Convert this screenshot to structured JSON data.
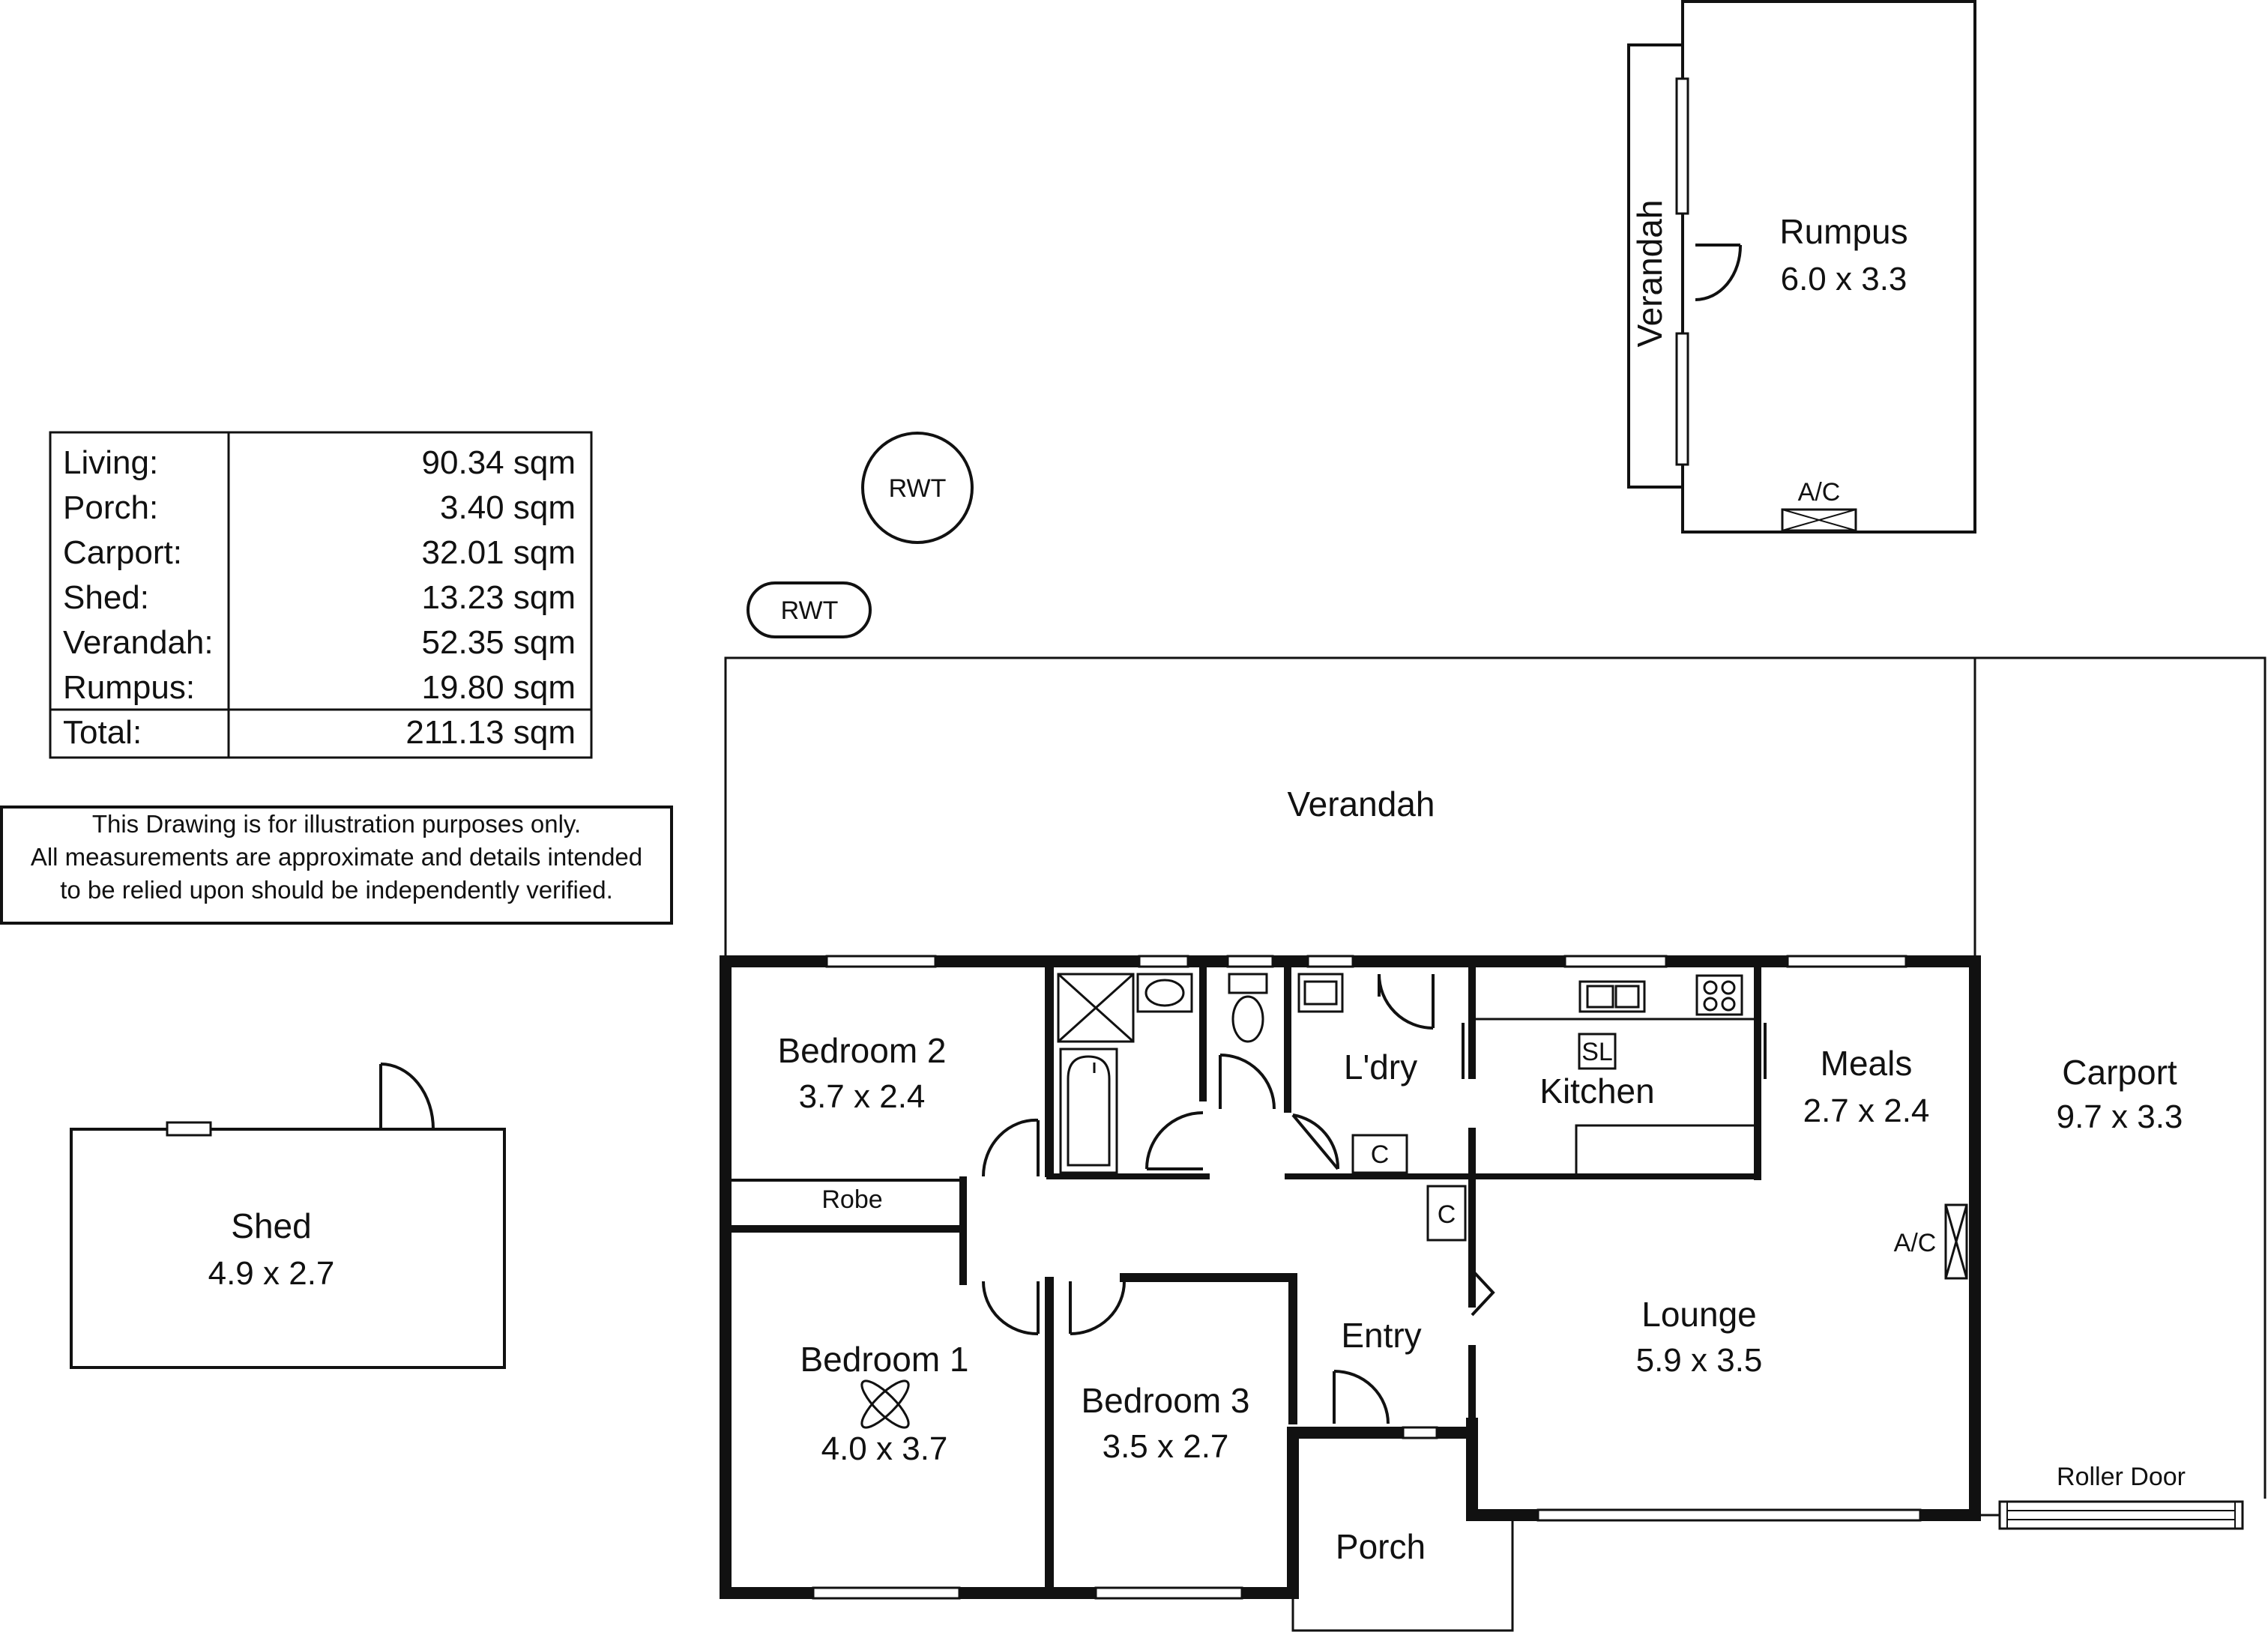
{
  "area_table": {
    "rows": [
      {
        "label": "Living:",
        "value": "90.34 sqm"
      },
      {
        "label": "Porch:",
        "value": "3.40 sqm"
      },
      {
        "label": "Carport:",
        "value": "32.01 sqm"
      },
      {
        "label": "Shed:",
        "value": "13.23 sqm"
      },
      {
        "label": "Verandah:",
        "value": "52.35 sqm"
      },
      {
        "label": "Rumpus:",
        "value": "19.80 sqm"
      }
    ],
    "total": {
      "label": "Total:",
      "value": "211.13 sqm"
    }
  },
  "disclaimer": {
    "lines": [
      "This Drawing is for illustration purposes only.",
      "All measurements are approximate and details intended",
      "to be relied upon should be independently verified."
    ]
  },
  "rooms": {
    "bedroom2": {
      "name": "Bedroom 2",
      "size": "3.7 x 2.4"
    },
    "robe": {
      "name": "Robe"
    },
    "bedroom1": {
      "name": "Bedroom 1",
      "size": "4.0 x 3.7"
    },
    "bedroom3": {
      "name": "Bedroom 3",
      "size": "3.5 x 2.7"
    },
    "laundry": {
      "name": "L'dry"
    },
    "kitchen": {
      "name": "Kitchen"
    },
    "meals": {
      "name": "Meals",
      "size": "2.7 x 2.4"
    },
    "lounge": {
      "name": "Lounge",
      "size": "5.9 x 3.5"
    },
    "entry": {
      "name": "Entry"
    },
    "porch": {
      "name": "Porch"
    },
    "carport": {
      "name": "Carport",
      "size": "9.7 x 3.3"
    },
    "verandah": {
      "name": "Verandah"
    },
    "rumpus": {
      "name": "Rumpus",
      "size": "6.0 x 3.3"
    },
    "rumpus_verandah": {
      "name": "Verandah"
    },
    "shed": {
      "name": "Shed",
      "size": "4.9 x 2.7"
    }
  },
  "markers": {
    "rwt_round": "RWT",
    "rwt_oval": "RWT",
    "ac_rumpus": "A/C",
    "ac_meals": "A/C",
    "cupboard_ldry": "C",
    "cupboard_hall": "C",
    "sink": "SL",
    "roller_door": "Roller Door"
  }
}
